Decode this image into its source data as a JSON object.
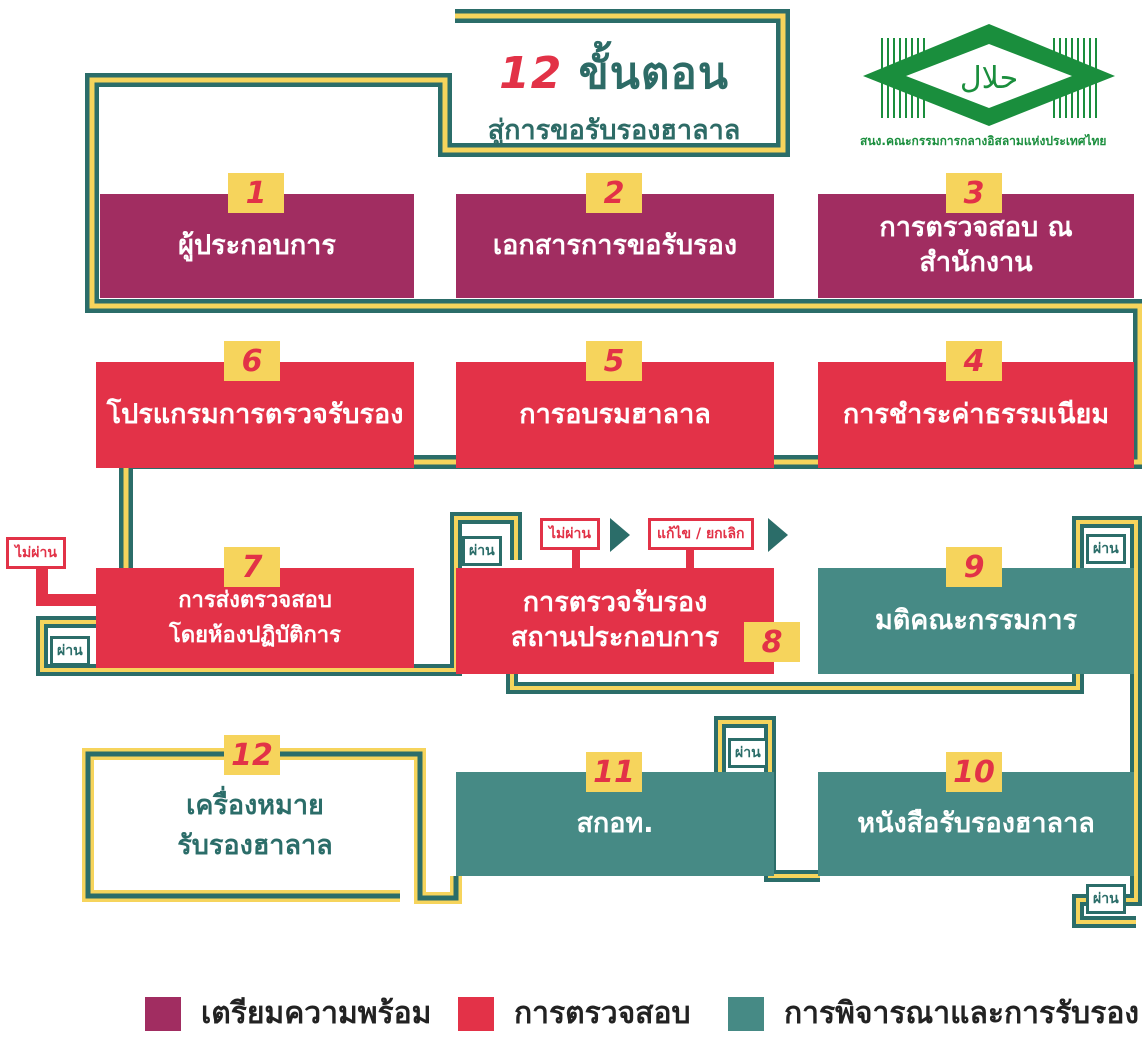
{
  "title": {
    "number": "12",
    "heading": "ขั้นตอน",
    "subheading": "สู่การขอรับรองฮาลาล"
  },
  "logo": {
    "text": "حلال",
    "caption": "สนง.คณะกรรมการกลางอิสลามแห่งประเทศไทย"
  },
  "steps": [
    {
      "number": "1",
      "label": "ผู้ประกอบการ",
      "category": "prepare"
    },
    {
      "number": "2",
      "label": "เอกสารการขอรับรอง",
      "category": "prepare"
    },
    {
      "number": "3",
      "label": "การตรวจสอบ ณ สำนักงาน",
      "category": "prepare"
    },
    {
      "number": "4",
      "label": "การชำระค่าธรรมเนียม",
      "category": "inspect"
    },
    {
      "number": "5",
      "label": "การอบรมฮาลาล",
      "category": "inspect"
    },
    {
      "number": "6",
      "label": "โปรแกรมการตรวจรับรอง",
      "category": "inspect"
    },
    {
      "number": "7",
      "label": "การส่งตรวจสอบ โดยห้องปฏิบัติการ",
      "category": "inspect"
    },
    {
      "number": "8",
      "label": "การตรวจรับรอง สถานประกอบการ",
      "category": "inspect"
    },
    {
      "number": "9",
      "label": "มติคณะกรรมการ",
      "category": "approve"
    },
    {
      "number": "10",
      "label": "หนังสือรับรองฮาลาล",
      "category": "approve"
    },
    {
      "number": "11",
      "label": "สกอท.",
      "category": "approve"
    },
    {
      "number": "12",
      "label": "เครื่องหมาย รับรองฮาลาล",
      "category": "final"
    }
  ],
  "tags": {
    "pass": "ผ่าน",
    "fail": "ไม่ผ่าน",
    "fix_cancel": "แก้ไข / ยกเลิก"
  },
  "legend": [
    {
      "label": "เตรียมความพร้อม",
      "color": "#a12d61"
    },
    {
      "label": "การตรวจสอบ",
      "color": "#e33248"
    },
    {
      "label": "การพิจารณาและการรับรอง",
      "color": "#468a85"
    }
  ],
  "colors": {
    "purple": "#a12d61",
    "red": "#e33248",
    "teal": "#468a85",
    "yellow": "#f6d45c",
    "route_dark": "#2b6d69"
  }
}
